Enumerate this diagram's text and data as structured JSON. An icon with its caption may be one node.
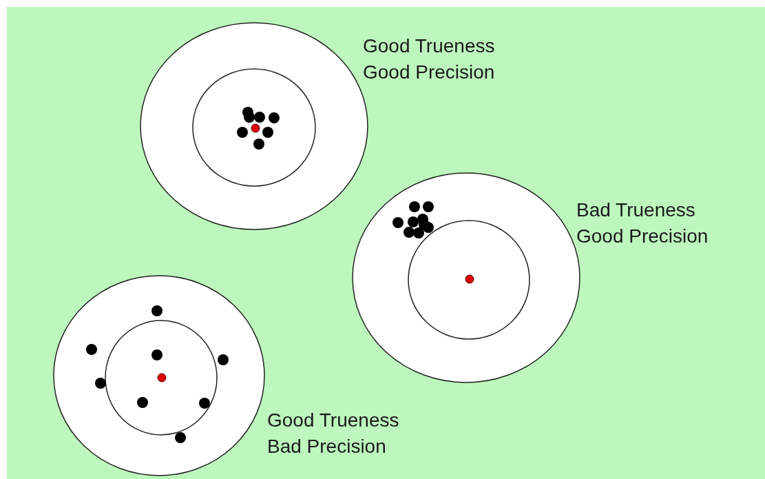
{
  "diagram": {
    "labels": [
      "Good Trueness Good Precision",
      "Bad Trueness Good Precision",
      "Good Trueness Bad Precision"
    ]
  }
}
